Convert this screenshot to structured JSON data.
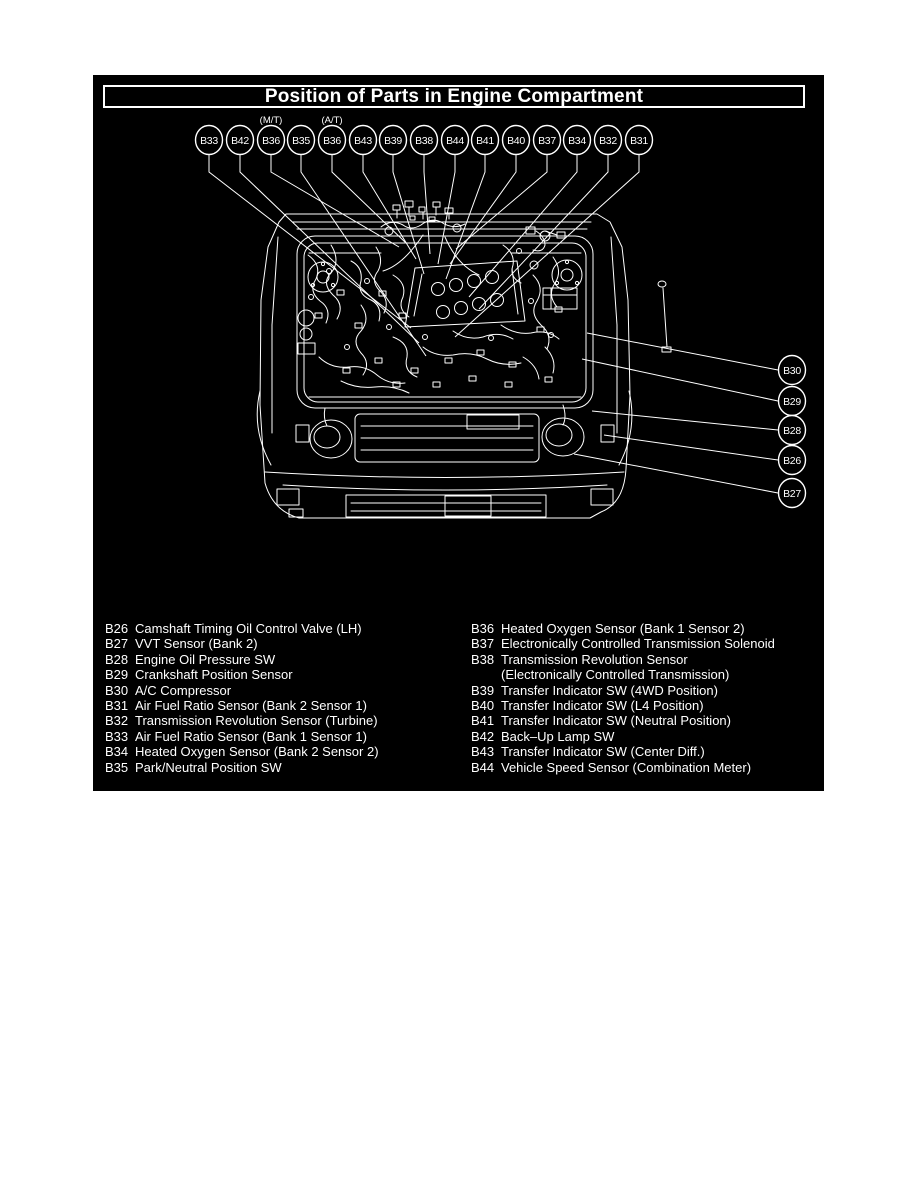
{
  "title": "Position of Parts in Engine Compartment",
  "top_callouts": [
    {
      "id": "B33",
      "note": ""
    },
    {
      "id": "B42",
      "note": ""
    },
    {
      "id": "B36",
      "note": "(M/T)"
    },
    {
      "id": "B35",
      "note": ""
    },
    {
      "id": "B36",
      "note": "(A/T)"
    },
    {
      "id": "B43",
      "note": ""
    },
    {
      "id": "B39",
      "note": ""
    },
    {
      "id": "B38",
      "note": ""
    },
    {
      "id": "B44",
      "note": ""
    },
    {
      "id": "B41",
      "note": ""
    },
    {
      "id": "B40",
      "note": ""
    },
    {
      "id": "B37",
      "note": ""
    },
    {
      "id": "B34",
      "note": ""
    },
    {
      "id": "B32",
      "note": ""
    },
    {
      "id": "B31",
      "note": ""
    }
  ],
  "right_callouts": [
    {
      "id": "B30"
    },
    {
      "id": "B29"
    },
    {
      "id": "B28"
    },
    {
      "id": "B26"
    },
    {
      "id": "B27"
    }
  ],
  "legend_left": [
    {
      "code": "B26",
      "desc": "Camshaft Timing Oil Control Valve (LH)"
    },
    {
      "code": "B27",
      "desc": "VVT Sensor (Bank 2)"
    },
    {
      "code": "B28",
      "desc": "Engine Oil Pressure SW"
    },
    {
      "code": "B29",
      "desc": "Crankshaft Position Sensor"
    },
    {
      "code": "B30",
      "desc": "A/C Compressor"
    },
    {
      "code": "B31",
      "desc": "Air Fuel Ratio Sensor (Bank 2 Sensor 1)"
    },
    {
      "code": "B32",
      "desc": "Transmission Revolution Sensor (Turbine)"
    },
    {
      "code": "B33",
      "desc": "Air Fuel Ratio Sensor (Bank 1 Sensor 1)"
    },
    {
      "code": "B34",
      "desc": "Heated Oxygen Sensor (Bank 2 Sensor 2)"
    },
    {
      "code": "B35",
      "desc": "Park/Neutral Position SW"
    }
  ],
  "legend_right": [
    {
      "code": "B36",
      "desc": "Heated Oxygen Sensor (Bank 1 Sensor 2)"
    },
    {
      "code": "B37",
      "desc": "Electronically Controlled Transmission Solenoid"
    },
    {
      "code": "B38",
      "desc": "Transmission Revolution Sensor"
    },
    {
      "code": "",
      "desc": "(Electronically Controlled Transmission)"
    },
    {
      "code": "B39",
      "desc": "Transfer Indicator SW (4WD Position)"
    },
    {
      "code": "B40",
      "desc": "Transfer Indicator SW (L4 Position)"
    },
    {
      "code": "B41",
      "desc": "Transfer Indicator SW (Neutral Position)"
    },
    {
      "code": "B42",
      "desc": "Back–Up Lamp SW"
    },
    {
      "code": "B43",
      "desc": "Transfer Indicator SW (Center Diff.)"
    },
    {
      "code": "B44",
      "desc": "Vehicle Speed Sensor (Combination Meter)"
    }
  ],
  "colors": {
    "page_bg": "#ffffff",
    "panel_bg": "#000000",
    "line_color": "#ffffff"
  }
}
